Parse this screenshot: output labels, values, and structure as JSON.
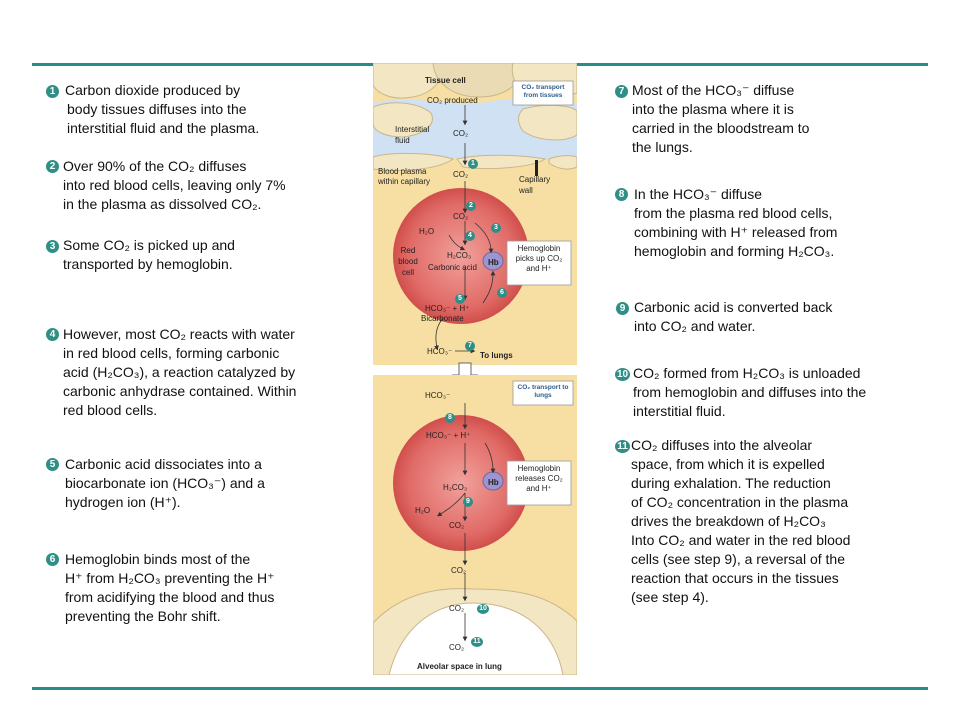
{
  "steps": [
    {
      "n": "1",
      "lines": [
        "Carbon dioxide produced by",
        "body tissues diffuses into the",
        "interstitial fluid and the plasma."
      ]
    },
    {
      "n": "2",
      "lines": [
        "Over 90% of the CO₂ diffuses",
        "into red blood cells, leaving only 7%",
        "in the plasma as dissolved CO₂."
      ]
    },
    {
      "n": "3",
      "lines": [
        "Some CO₂ is picked up and",
        "transported by hemoglobin."
      ]
    },
    {
      "n": "4",
      "lines": [
        "However, most CO₂ reacts with water",
        "in red blood cells, forming carbonic",
        "acid (H₂CO₃), a reaction catalyzed by",
        "carbonic anhydrase contained. Within",
        "red blood cells."
      ]
    },
    {
      "n": "5",
      "lines": [
        "Carbonic acid dissociates into a",
        "biocarbonate ion (HCO₃⁻) and a",
        "hydrogen ion (H⁺)."
      ]
    },
    {
      "n": "6",
      "lines": [
        "Hemoglobin binds most of the",
        "H⁺ from H₂CO₃ preventing the H⁺",
        "from acidifying the blood and thus",
        "preventing the Bohr shift."
      ]
    },
    {
      "n": "7",
      "lines": [
        "Most of the HCO₃⁻ diffuse",
        "into the plasma where it is",
        "carried in the bloodstream to",
        "the lungs."
      ]
    },
    {
      "n": "8",
      "lines": [
        "In the HCO₃⁻ diffuse",
        "from the plasma red blood cells,",
        "combining with H⁺ released from",
        "hemoglobin and forming H₂CO₃."
      ]
    },
    {
      "n": "9",
      "lines": [
        "Carbonic acid is converted back",
        "into CO₂ and water."
      ]
    },
    {
      "n": "10",
      "lines": [
        "CO₂ formed from H₂CO₃ is unloaded",
        "from hemoglobin and diffuses into the",
        "interstitial fluid."
      ]
    },
    {
      "n": "11",
      "lines": [
        "CO₂  diffuses into the alveolar",
        "space, from which it is expelled",
        "during exhalation. The reduction",
        "of CO₂ concentration in the plasma",
        "drives the breakdown of H₂CO₃",
        "Into CO₂ and water in the red blood",
        "cells (see step 9), a reversal of the",
        "reaction that occurs in the tissues",
        "(see step 4)."
      ]
    }
  ],
  "figure": {
    "top": {
      "tissue_cell": "Tissue cell",
      "co2_produced": "CO₂ produced",
      "box_title": "CO₂ transport from tissues",
      "interstitial": "Interstitial fluid",
      "co2_a": "CO₂",
      "co2_b": "CO₂",
      "plasma": "Blood plasma within capillary",
      "capillary_wall": "Capillary wall",
      "co2_c": "CO₂",
      "h2o": "H₂O",
      "rbc": "Red blood cell",
      "h2co3": "H₂CO₃",
      "carbonic_acid": "Carbonic acid",
      "hb": "Hb",
      "hb_box": "Hemoglobin picks up CO₂ and H⁺",
      "hco3_plus_h": "HCO₃⁻  +  H⁺",
      "bicarbonate": "Bicarbonate",
      "hco3_out": "HCO₃⁻",
      "to_lungs": "To lungs",
      "markers": [
        "1",
        "2",
        "3",
        "4",
        "5",
        "6",
        "7"
      ]
    },
    "bottom": {
      "box_title": "CO₂ transport to lungs",
      "hco3_in": "HCO₃⁻",
      "hco3_plus_h": "HCO₃⁻  +  H⁺",
      "hb": "Hb",
      "hb_box": "Hemoglobin releases CO₂ and H⁺",
      "h2co3": "H₂CO₃",
      "h2o": "H₂O",
      "co2_a": "CO₂",
      "co2_b": "CO₂",
      "co2_c": "CO₂",
      "co2_d": "CO₂",
      "alveolar": "Alveolar space in lung",
      "markers": [
        "8",
        "9",
        "10",
        "11"
      ]
    }
  },
  "colors": {
    "rule": "#2a8c88",
    "marker": "#2f8f86",
    "plasma_bg": "#f7dfa4",
    "tissue_cell": "#f3e6c2",
    "interstitial": "#cfe1f2",
    "rbc": "#de5a57",
    "hb": "#9d95cf"
  }
}
